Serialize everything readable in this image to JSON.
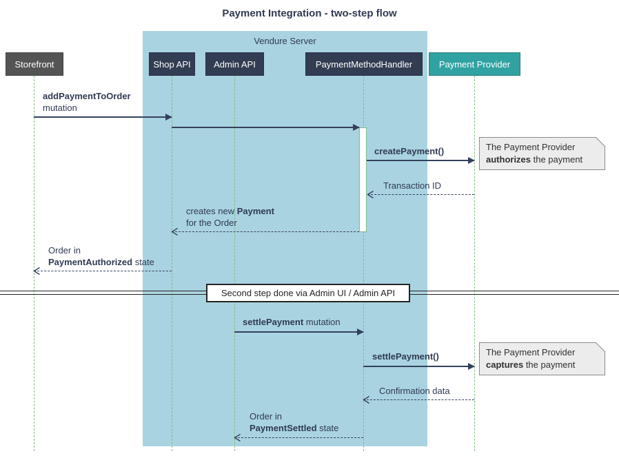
{
  "title": "Payment Integration - two-step flow",
  "server": {
    "label": "Vendure Server"
  },
  "participants": {
    "storefront": "Storefront",
    "shop_api": "Shop API",
    "admin_api": "Admin API",
    "payment_method_handler": "PaymentMethodHandler",
    "payment_provider": "Payment Provider"
  },
  "messages": {
    "add_payment": {
      "bold": "addPaymentToOrder",
      "suffix": "mutation"
    },
    "create_payment": "createPayment()",
    "transaction_id": "Transaction ID",
    "creates_payment": {
      "pre": "creates new ",
      "bold": "Payment",
      "line2": "for the Order"
    },
    "order_authorized": {
      "line1": "Order in",
      "bold": "PaymentAuthorized",
      "suffix": " state"
    },
    "divider": "Second step done via Admin UI / Admin API",
    "settle_mutation": {
      "bold": "settlePayment",
      "suffix": " mutation"
    },
    "settle_call": "settlePayment()",
    "confirmation_data": "Confirmation data",
    "order_settled": {
      "line1": "Order in",
      "bold": "PaymentSettled",
      "suffix": " state"
    }
  },
  "notes": {
    "authorize": {
      "line1": "The Payment Provider",
      "bold": "authorizes",
      "suffix": " the payment"
    },
    "capture": {
      "line1": "The Payment Provider",
      "bold": "captures",
      "suffix": " the payment"
    }
  },
  "colors": {
    "server_bg": "#A9D3E0",
    "participant_dark": "#323C52",
    "participant_gray": "#545454",
    "participant_teal": "#31A2A2",
    "arrow": "#33405C",
    "lifeline": "#7FBE7F",
    "note_bg": "#ECECEC"
  }
}
